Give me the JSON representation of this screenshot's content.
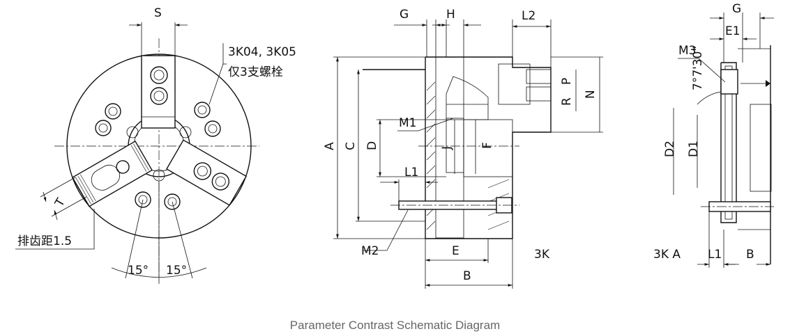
{
  "caption": "Parameter Contrast Schematic Diagram",
  "front_view": {
    "dim_s": "S",
    "dim_t": "T",
    "note_models": "3K04, 3K05",
    "note_bolts": "仅3支螺栓",
    "note_pitch": "排齿距1.5",
    "angle_left": "15°",
    "angle_right": "15°"
  },
  "side_view": {
    "dim_g": "G",
    "dim_h": "H",
    "dim_l2": "L2",
    "dim_a": "A",
    "dim_c": "C",
    "dim_d": "D",
    "dim_j": "J",
    "dim_f": "F",
    "dim_p": "P",
    "dim_r": "R",
    "dim_n": "N",
    "dim_l1": "L1",
    "dim_m1": "M1",
    "dim_m2": "M2",
    "dim_e": "E",
    "dim_b": "B",
    "label_model": "3K"
  },
  "right_view": {
    "dim_g": "G",
    "dim_e1": "E1",
    "dim_m3": "M3",
    "angle": "7°7'30\"",
    "dim_d2": "D2",
    "dim_d1": "D1",
    "label_model": "3K A",
    "dim_l1": "L1",
    "dim_b": "B"
  }
}
